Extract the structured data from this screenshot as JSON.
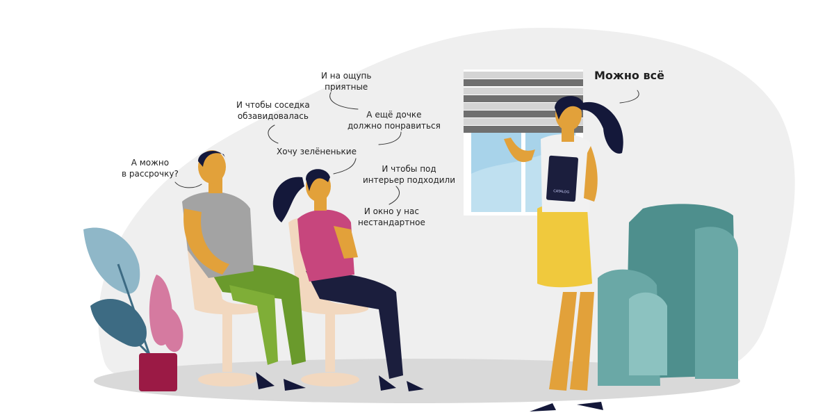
{
  "colors": {
    "background_blob": "#efefef",
    "floor": "#d9d9d9",
    "chair": "#f2d8bf",
    "armchair": "#6aa8a6",
    "armchair_light": "#8cc2c0",
    "man_shirt": "#a3a3a3",
    "man_pants": "#6a9a2c",
    "woman_top": "#c7467d",
    "woman_pants": "#1b1e3d",
    "consultant_top": "#f1f1f1",
    "consultant_skirt": "#f0c93d",
    "skin": "#e2a13a",
    "hair": "#14183a",
    "window_sky": "#a8d3ea",
    "blind_dark": "#6f6f6f",
    "blind_light": "#d4d4d4",
    "pot": "#9b1a45",
    "plant_blue": "#8fb7c8",
    "plant_dark": "#3d6b83",
    "plant_pink": "#d57aa0"
  },
  "headline": "Можно всё",
  "bubbles": [
    {
      "lines": [
        "А можно",
        "в рассрочку?"
      ]
    },
    {
      "lines": [
        "И чтобы соседка",
        "обзавидовалась"
      ]
    },
    {
      "lines": [
        "И на ощупь",
        "приятные"
      ]
    },
    {
      "lines": [
        "А ещё дочке",
        "должно понравиться"
      ]
    },
    {
      "lines": [
        "Хочу зелёненькие"
      ]
    },
    {
      "lines": [
        "И чтобы под",
        "интерьер подходили"
      ]
    },
    {
      "lines": [
        "И окно у нас",
        "нестандартное"
      ]
    }
  ],
  "notepad_label": "CATALOG",
  "icons": {
    "man": "seated-man-icon",
    "woman": "seated-woman-icon",
    "consultant": "consultant-woman-icon",
    "window": "window-with-blinds-icon",
    "armchair": "armchair-icon",
    "plant": "potted-plant-icon"
  }
}
